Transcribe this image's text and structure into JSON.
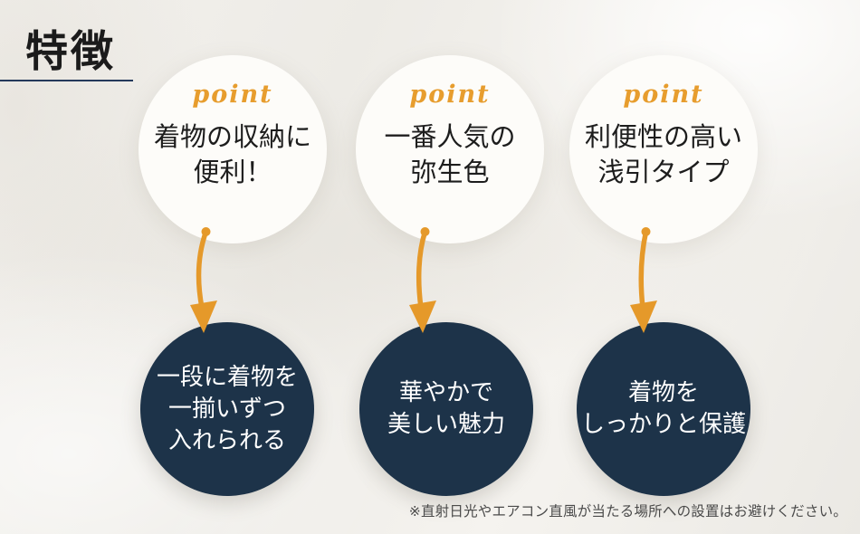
{
  "page": {
    "title": "特徴",
    "footnote": "※直射日光やエアコン直風が当たる場所への設置はお避けください。"
  },
  "colors": {
    "navy_circle": "#1d3349",
    "accent_orange": "#e5992a",
    "point_label_orange": "#e79d2e",
    "title_text": "#1b1b1b",
    "heading_text": "#1d1d1d",
    "detail_text": "#ffffff",
    "footnote_text": "#4b4b4b",
    "white_circle": "#fdfcf9",
    "background": "#f0eee9",
    "title_underline": "#24395b"
  },
  "icons": {
    "arrow": "hand-drawn-curved-down-arrow"
  },
  "features": [
    {
      "point_label": "point",
      "heading_lines": [
        "着物の収納に",
        "便利！"
      ],
      "detail_lines": [
        "一段に着物を",
        "一揃いずつ",
        "入れられる"
      ]
    },
    {
      "point_label": "point",
      "heading_lines": [
        "一番人気の",
        "弥生色"
      ],
      "detail_lines": [
        "華やかで",
        "美しい魅力"
      ]
    },
    {
      "point_label": "point",
      "heading_lines": [
        "利便性の高い",
        "浅引タイプ"
      ],
      "detail_lines": [
        "着物を",
        "しっかりと保護"
      ]
    }
  ]
}
